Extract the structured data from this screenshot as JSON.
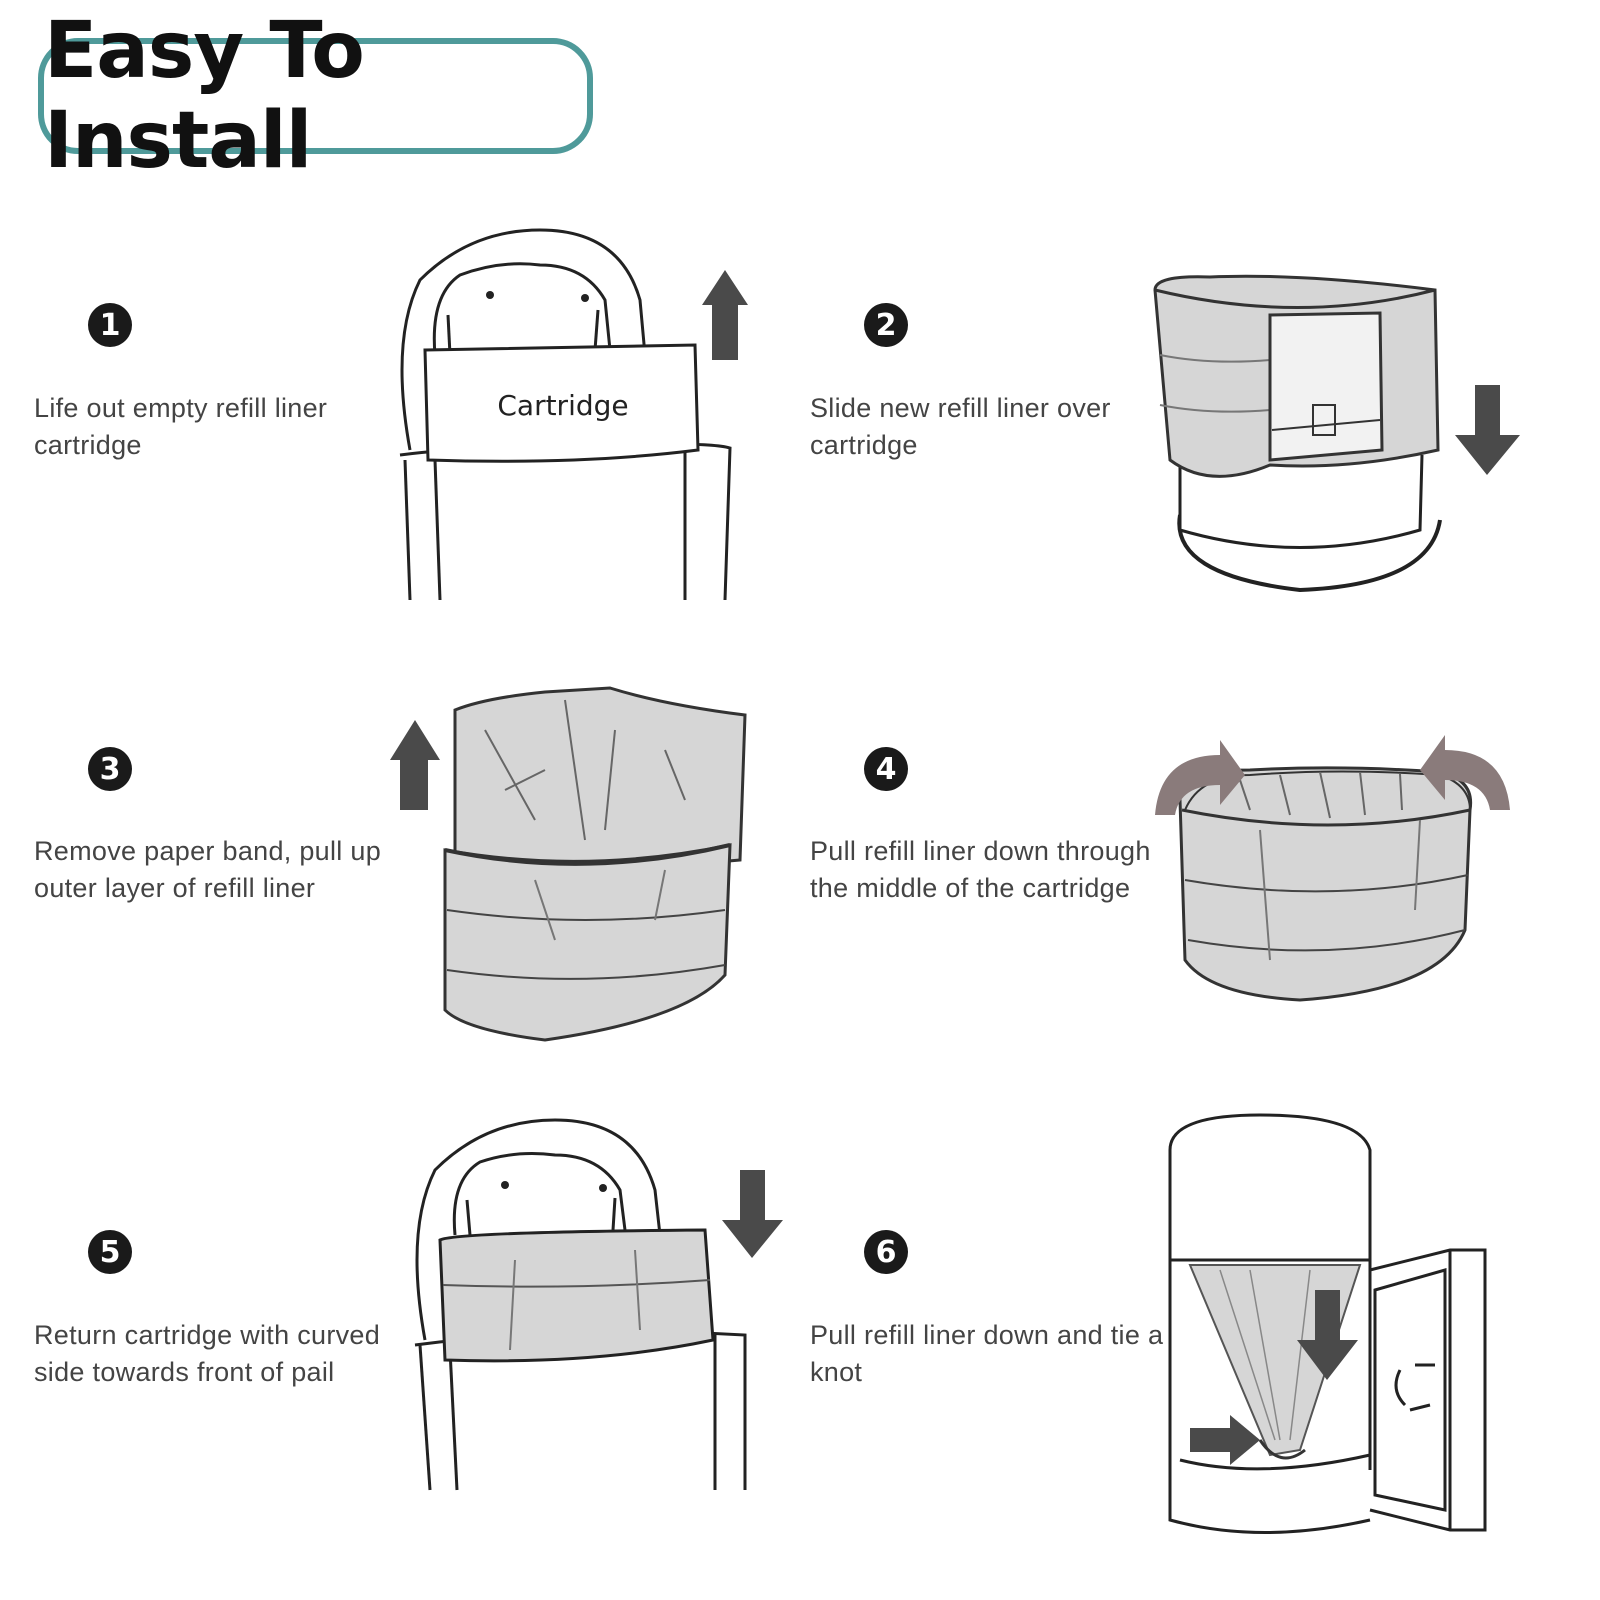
{
  "title": "Easy To Install",
  "steps": [
    {
      "number": "1",
      "text": "Life out empty refill liner cartridge",
      "illustration": "lift-cartridge",
      "arrow": "up"
    },
    {
      "number": "2",
      "text": "Slide new refill liner over cartridge",
      "illustration": "liner-on-cartridge",
      "arrow": "down"
    },
    {
      "number": "3",
      "text": "Remove paper band, pull up outer layer of refill liner",
      "illustration": "pull-liner-up",
      "arrow": "up"
    },
    {
      "number": "4",
      "text": "Pull refill liner down through the middle of the cartridge",
      "illustration": "fold-liner-in",
      "arrow": "curved"
    },
    {
      "number": "5",
      "text": "Return cartridge with curved side towards front of pail",
      "illustration": "insert-cartridge",
      "arrow": "down"
    },
    {
      "number": "6",
      "text": "Pull refill liner down and tie a knot",
      "illustration": "tie-knot",
      "arrow": "down-and-right"
    }
  ],
  "cartridge_label": "Cartridge",
  "colors": {
    "border": "#4f9a9a",
    "liner": "#d6d6d6",
    "arrow": "#4a4a4a",
    "curved_arrow": "#8a7b7b"
  }
}
